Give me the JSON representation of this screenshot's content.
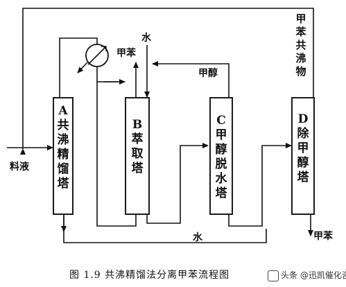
{
  "columns": [
    {
      "id": "A",
      "name": "共沸精馏塔"
    },
    {
      "id": "B",
      "name": "萃取塔"
    },
    {
      "id": "C",
      "name": "甲醇脱水塔"
    },
    {
      "id": "D",
      "name": "除甲醇塔"
    }
  ],
  "streams": {
    "feed": "料液",
    "water_in": "水",
    "toluene_top": "甲苯",
    "methanol_return": "甲醇",
    "water_bottom": "水",
    "azeotrope": "甲苯共沸物",
    "toluene_product": "甲苯"
  },
  "caption": "图 1.9 共沸精馏法分离甲苯流程图",
  "watermark": "头条 @迅凯催化咨询"
}
